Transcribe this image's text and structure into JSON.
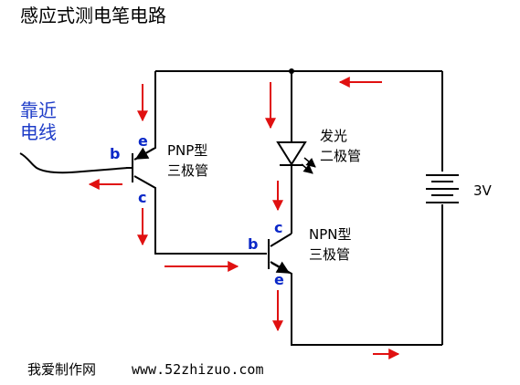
{
  "title": "感应式测电笔电路",
  "labels": {
    "near_wire_line1": "靠近",
    "near_wire_line2": "电线",
    "pnp_line1": "PNP型",
    "pnp_line2": "三极管",
    "led_line1": "发光",
    "led_line2": "二极管",
    "npn_line1": "NPN型",
    "npn_line2": "三极管",
    "battery": "3V"
  },
  "pins": {
    "pnp_b": "b",
    "pnp_e": "e",
    "pnp_c": "c",
    "npn_b": "b",
    "npn_c": "c",
    "npn_e": "e"
  },
  "footer": {
    "site_name": "我爱制作网",
    "url": "www.52zhizuo.com"
  },
  "colors": {
    "wire": "#000000",
    "current_arrow": "#e01010",
    "pin_label": "#0a28c8",
    "near_wire_text": "#1e3cc8"
  }
}
